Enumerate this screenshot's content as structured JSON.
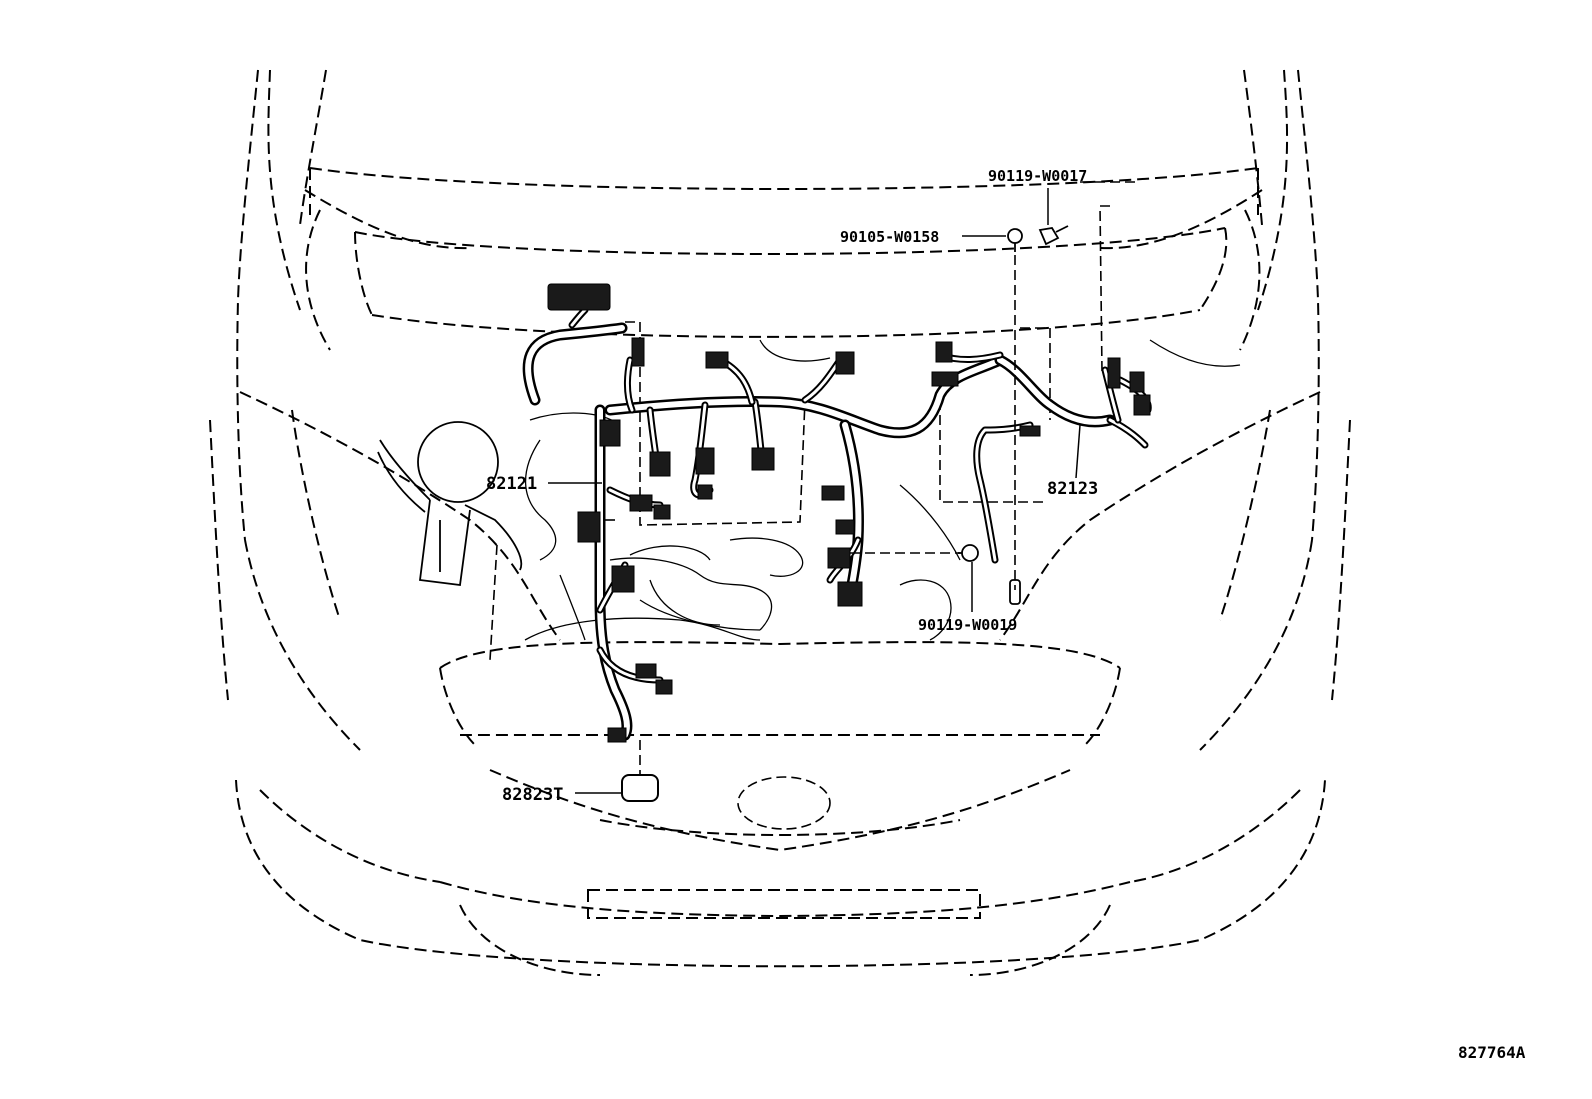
{
  "parts": {
    "p90119_W0017": "90119-W0017",
    "p90105_W0158": "90105-W0158",
    "p82121": "82121",
    "p82123": "82123",
    "p90119_W0019": "90119-W0019",
    "p82823T": "82823T"
  },
  "figure_number": "827764A",
  "colors": {
    "line": "#000000",
    "background": "#ffffff"
  }
}
